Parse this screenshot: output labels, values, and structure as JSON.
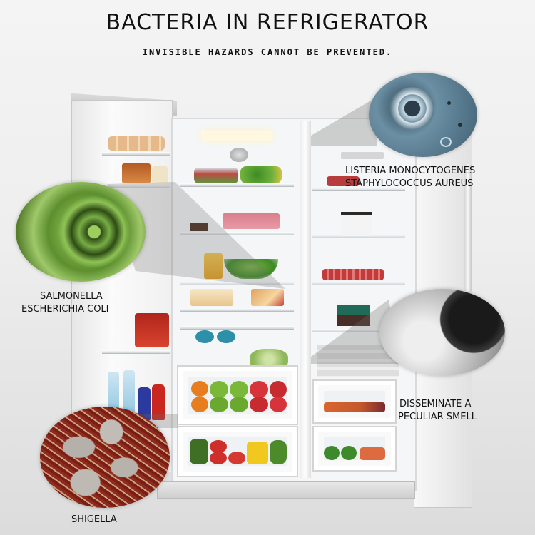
{
  "header": {
    "title": "BACTERIA IN REFRIGERATOR",
    "subtitle": "INVISIBLE HAZARDS CANNOT BE PREVENTED."
  },
  "callouts": [
    {
      "id": "listeria",
      "lines": [
        "LISTERIA MONOCYTOGENES",
        "STAPHYLOCOCCUS AUREUS"
      ],
      "image": "blue-bacteria-cluster",
      "color": "#5a7c90"
    },
    {
      "id": "salmonella",
      "lines": [
        "SALMONELLA",
        "ESCHERICHIA COLI"
      ],
      "image": "green-virus-particle",
      "color": "#6f9e3c"
    },
    {
      "id": "smell",
      "lines": [
        "DISSEMINATE A",
        "PECULIAR SMELL"
      ],
      "image": "smoke-cloud",
      "color": "#9a9a9a"
    },
    {
      "id": "shigella",
      "lines": [
        "SHIGELLA"
      ],
      "image": "red-bacteria-culture",
      "color": "#8e2a1f"
    }
  ],
  "fridge": {
    "type": "side-by-side-open-refrigerator",
    "fresh_food_contents": [
      "eggs",
      "jars",
      "salad",
      "cake",
      "juice",
      "cheese",
      "bottles",
      "grapes",
      "fruit",
      "vegetables"
    ],
    "freezer_contents": [
      "meat",
      "containers",
      "bagged vegetables"
    ]
  }
}
